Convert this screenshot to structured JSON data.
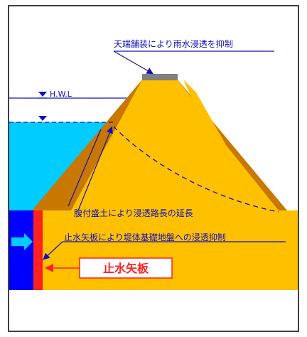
{
  "diagram": {
    "labels": {
      "crest_paving": "天端舗装により雨水浸透を抑制",
      "hwl": "H.W.L",
      "berm": "腹付盛土により浸透路長の延長",
      "sheet_pile_effect": "止水矢板により堤体基礎地盤への浸透抑制",
      "sheet_pile": "止水矢板"
    },
    "colors": {
      "embankment": "#FFC000",
      "slope_brown": "#C87800",
      "water": "#00CCFF",
      "blue_band": "#0000FF",
      "red_pile": "#FF2020",
      "paving": "#808080",
      "line_blue": "#1010C0",
      "border": "#000000"
    }
  }
}
